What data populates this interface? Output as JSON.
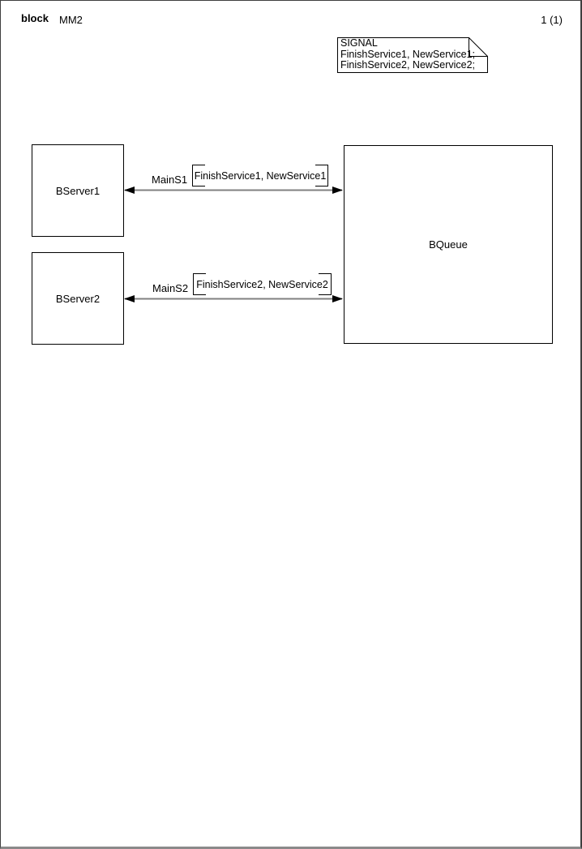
{
  "header": {
    "kind": "block",
    "diagram_name": "MM2",
    "page_number": "1 (1)"
  },
  "text_symbol": {
    "lines": [
      "SIGNAL",
      "FinishService1, NewService1;",
      "FinishService2, NewService2;"
    ]
  },
  "blocks": [
    {
      "name": "BServer1"
    },
    {
      "name": "BServer2"
    },
    {
      "name": "BQueue"
    }
  ],
  "channels": [
    {
      "name": "MainS1",
      "signals": "FinishService1, NewService1",
      "endpoints": [
        "BServer1",
        "BQueue"
      ],
      "bidirectional": true
    },
    {
      "name": "MainS2",
      "signals": "FinishService2, NewService2",
      "endpoints": [
        "BServer2",
        "BQueue"
      ],
      "bidirectional": true
    }
  ],
  "colors": {
    "channel_line": "#808080",
    "symbol_border": "#000000",
    "background": "#ffffff"
  }
}
